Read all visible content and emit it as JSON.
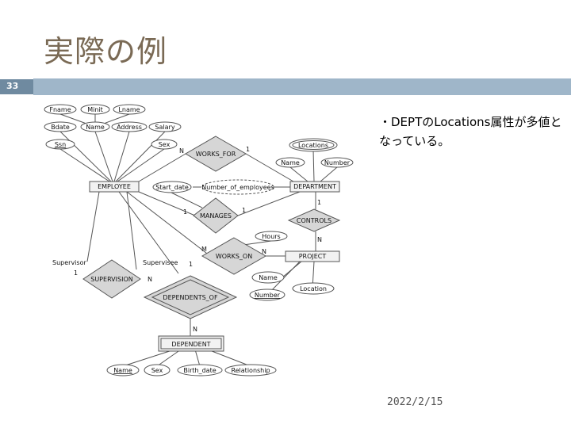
{
  "slide": {
    "title": "実際の例",
    "page_number": "33",
    "bullet": "・DEPTのLocations属性が多値となっている。",
    "date": "2022/2/15"
  },
  "diagram": {
    "entities": {
      "employee": "EMPLOYEE",
      "department": "DEPARTMENT",
      "project": "PROJECT",
      "dependent": "DEPENDENT"
    },
    "relationships": {
      "works_for": "WORKS_FOR",
      "manages": "MANAGES",
      "controls": "CONTROLS",
      "works_on": "WORKS_ON",
      "supervision": "SUPERVISION",
      "dependents_of": "DEPENDENTS_OF"
    },
    "attributes": {
      "fname": "Fname",
      "minit": "Minit",
      "lname": "Lname",
      "bdate": "Bdate",
      "name_emp": "Name",
      "address": "Address",
      "salary": "Salary",
      "ssn": "Ssn",
      "sex_emp": "Sex",
      "locations": "Locations",
      "name_dept": "Name",
      "number_dept": "Number",
      "start_date": "Start_date",
      "number_of_employees": "Number_of_employees",
      "hours": "Hours",
      "name_proj": "Name",
      "number_proj": "Number",
      "location": "Location",
      "name_dep": "Name",
      "sex_dep": "Sex",
      "birth_date": "Birth_date",
      "relationship": "Relationship"
    },
    "roles": {
      "supervisor": "Supervisor",
      "supervisee": "Supervisee"
    },
    "cardinalities": {
      "works_for_emp": "N",
      "works_for_dept": "1",
      "manages_emp": "1",
      "manages_dept": "1",
      "controls_dept": "1",
      "controls_proj": "N",
      "works_on_emp": "M",
      "works_on_proj": "N",
      "supervision_supervisor": "1",
      "supervision_supervisee": "N",
      "dependents_of_emp": "1",
      "dependents_of_dep": "N"
    }
  }
}
